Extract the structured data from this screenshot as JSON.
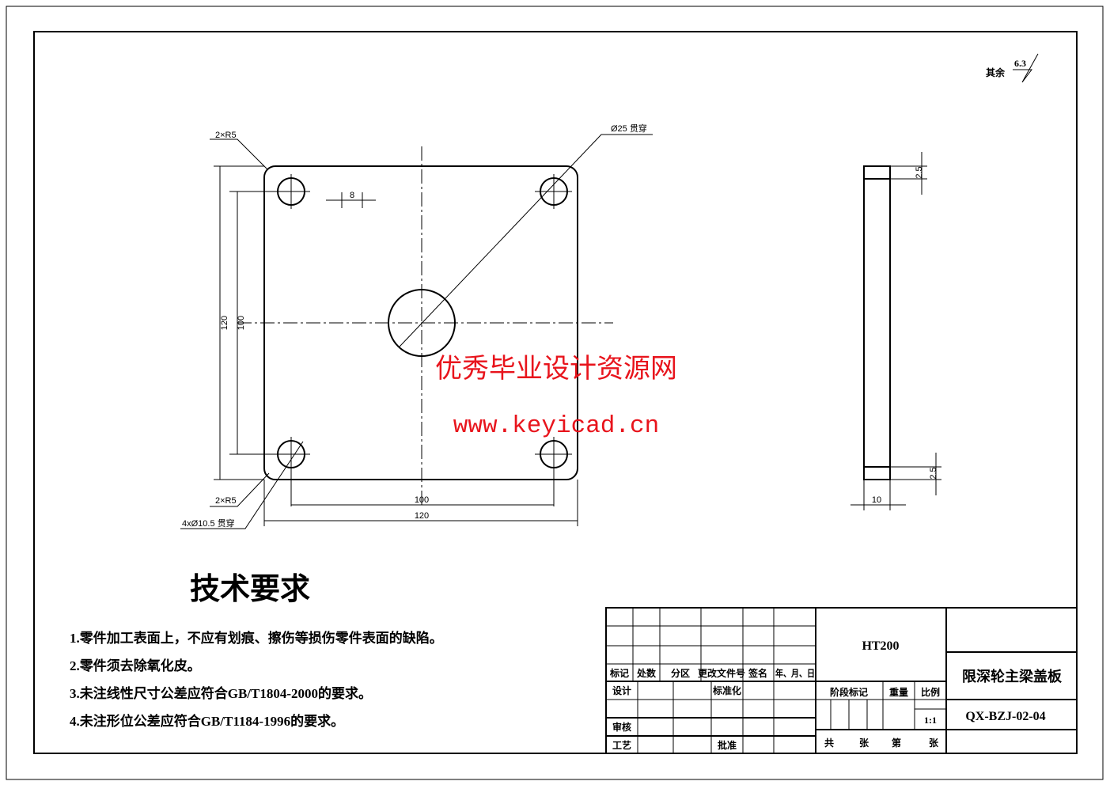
{
  "roughness": {
    "label": "其余",
    "value": "6.3"
  },
  "front_view": {
    "dim_120_v": "120",
    "dim_100_v": "100",
    "dim_100_h": "100",
    "dim_120_h": "120",
    "dim_8": "8",
    "corner_top": "2×R5",
    "corner_bottom": "2×R5",
    "center_hole": "Ø25 贯穿",
    "corner_holes": "4xØ10.5 贯穿"
  },
  "side_view": {
    "dim_top": "2.5",
    "dim_bottom": "2.5",
    "dim_width": "10"
  },
  "watermark": {
    "line1": "优秀毕业设计资源网",
    "line2": "www.keyicad.cn"
  },
  "tech": {
    "title": "技术要求",
    "items": [
      "1.零件加工表面上，不应有划痕、擦伤等损伤零件表面的缺陷。",
      "2.零件须去除氧化皮。",
      "3.未注线性尺寸公差应符合GB/T1804-2000的要求。",
      "4.未注形位公差应符合GB/T1184-1996的要求。"
    ]
  },
  "title_block": {
    "headers": [
      "标记",
      "处数",
      "分区",
      "更改文件号",
      "签名",
      "年、月、日"
    ],
    "design": "设计",
    "standard": "标准化",
    "review": "审核",
    "process": "工艺",
    "approve": "批准",
    "material": "HT200",
    "stage": "阶段标记",
    "weight": "重量",
    "scale_label": "比例",
    "scale": "1:1",
    "total": "共",
    "sheets1": "张",
    "page": "第",
    "sheets2": "张",
    "part_name": "限深轮主梁盖板",
    "drawing_no": "QX-BZJ-02-04"
  }
}
